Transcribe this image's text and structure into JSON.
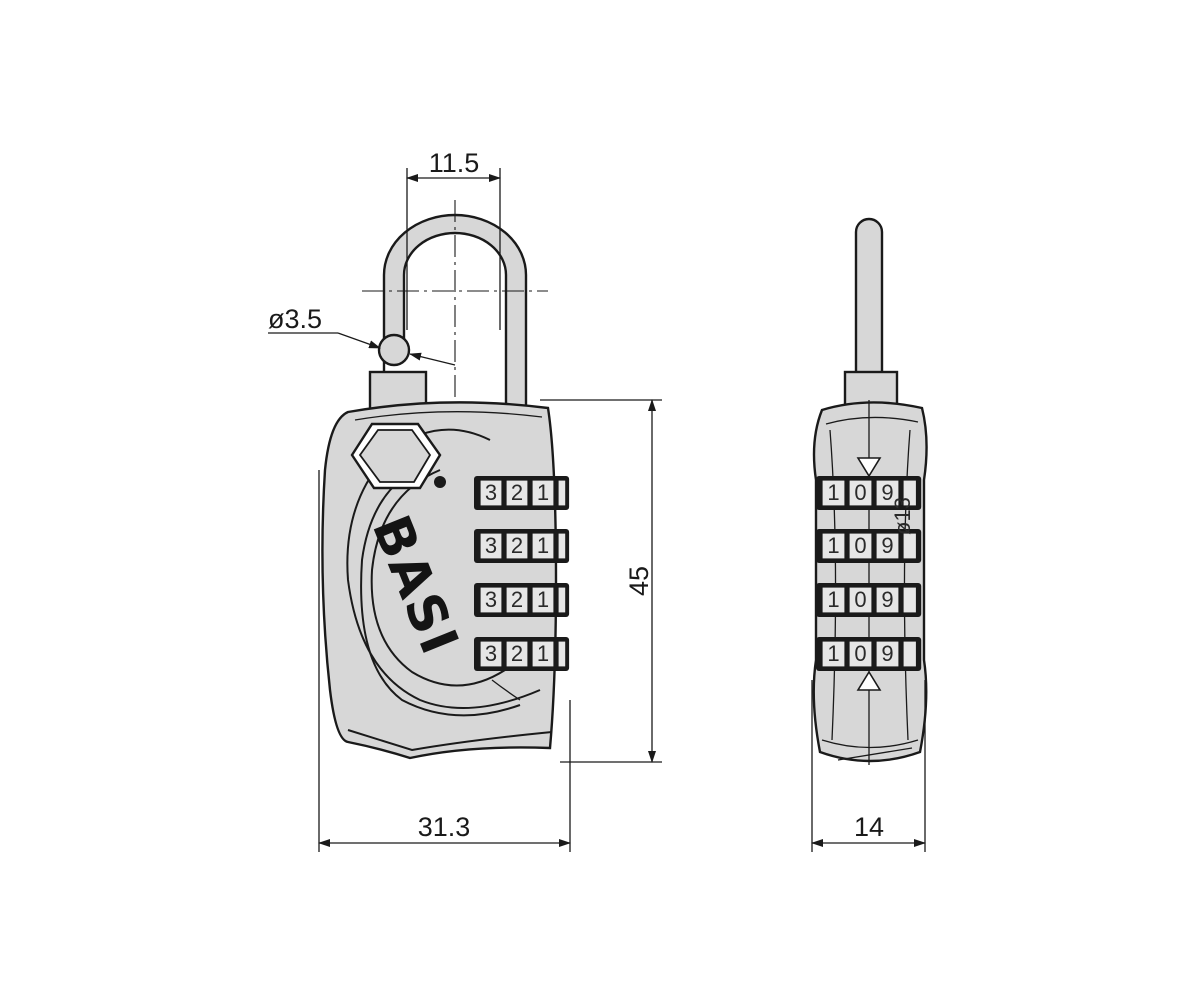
{
  "front_view": {
    "shackle_width_label": "11.5",
    "shackle_diameter_label": "ø3.5",
    "height_label": "45",
    "width_label": "31.3",
    "brand_logo_text": "BASI",
    "wheel_digits": [
      "3",
      "2",
      "1"
    ]
  },
  "side_view": {
    "depth_label": "14",
    "wheel_digits": [
      "1",
      "0",
      "9"
    ],
    "wheel_diameter_label": "ø13"
  },
  "colors": {
    "line": "#1a1a1a",
    "body": "#d7d7d7",
    "background": "#ffffff"
  }
}
